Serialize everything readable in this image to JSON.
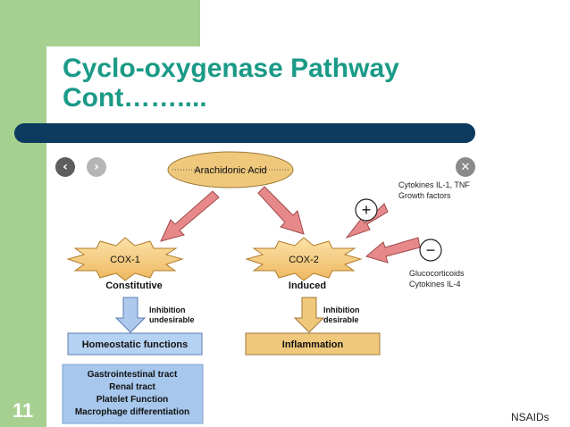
{
  "slide": {
    "title_line1": "Cyclo-oxygenase Pathway",
    "title_line2": "Cont……....",
    "number": "11",
    "footer": "NSAIDs"
  },
  "viewer": {
    "prev_glyph": "‹",
    "next_glyph": "›",
    "close_glyph": "✕"
  },
  "diagram": {
    "arachidonic_acid": "Arachidonic Acid",
    "cox1": {
      "label": "COX-1",
      "caption": "Constitutive",
      "inhibition_line1": "Inhibition",
      "inhibition_line2": "undesirable",
      "result": "Homeostatic functions"
    },
    "cox2": {
      "label": "COX-2",
      "caption": "Induced",
      "inhibition_line1": "Inhibition",
      "inhibition_line2": "desirable",
      "result": "Inflammation"
    },
    "inducers": {
      "line1": "Cytokines IL-1, TNF",
      "line2": "Growth factors",
      "sign": "+"
    },
    "suppressors": {
      "line1": "Glucocorticoids",
      "line2": "Cytokines IL-4",
      "sign": "−"
    },
    "functions": [
      "Gastrointestinal tract",
      "Renal tract",
      "Platelet Function",
      "Macrophage differentiation"
    ]
  },
  "colors": {
    "accent_green": "#a5d08f",
    "title_teal": "#1a9a87",
    "bar_navy": "#0c3b5f",
    "ellipse_fill": "#f0c87c",
    "star_fill": "#f5cf86",
    "arrow_red": "#e7898b",
    "arrow_blue": "#aec9ec",
    "inhibition_arrow": "#f0c87c",
    "box_blue": "#b6d2f2",
    "box_tan": "#f0c87c",
    "functions_fill": "#a7c7ec"
  }
}
